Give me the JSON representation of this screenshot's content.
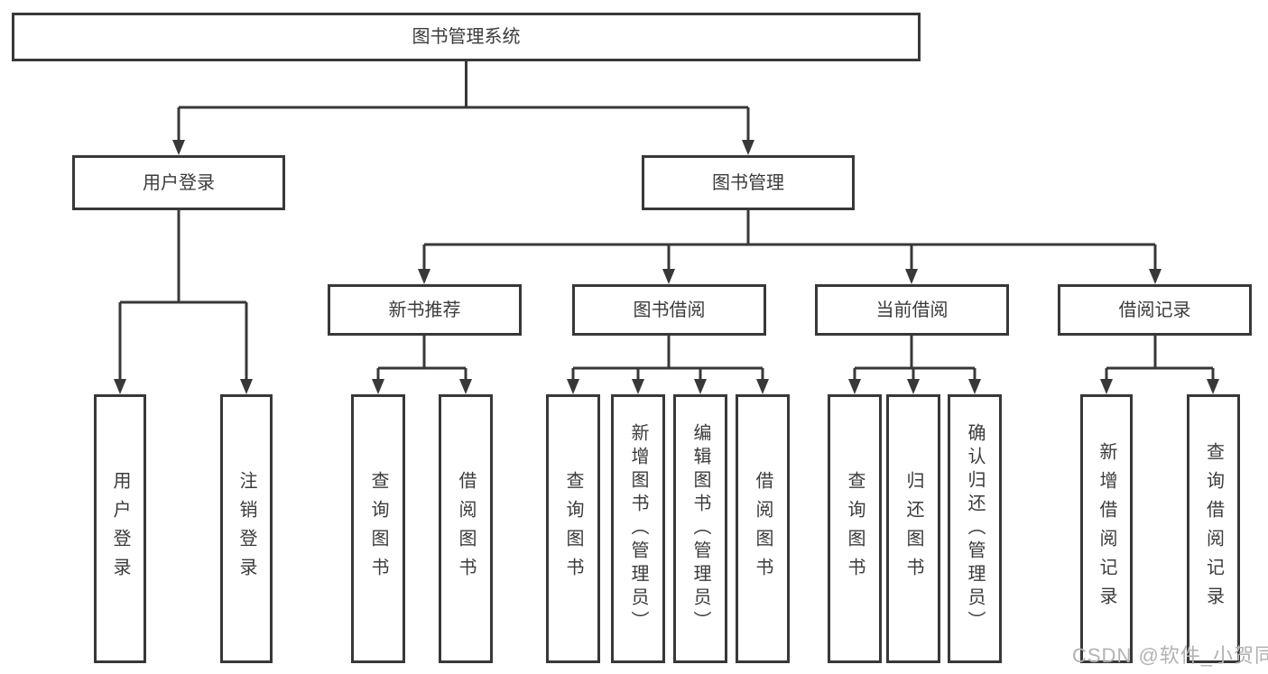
{
  "colors": {
    "line": "#383838",
    "text": "#3b3b3b",
    "background": "#ffffff",
    "watermark": "#b2b2b2"
  },
  "tree": {
    "root": "图书管理系统",
    "branches": [
      {
        "label": "用户登录",
        "leaves": [
          "用户登录",
          "注销登录"
        ]
      },
      {
        "label": "图书管理",
        "groups": [
          {
            "label": "新书推荐",
            "leaves": [
              "查询图书",
              "借阅图书"
            ]
          },
          {
            "label": "图书借阅",
            "leaves": [
              "查询图书",
              "新增图书（管理员）",
              "编辑图书（管理员）",
              "借阅图书"
            ]
          },
          {
            "label": "当前借阅",
            "leaves": [
              "查询图书",
              "归还图书",
              "确认归还（管理员）"
            ]
          },
          {
            "label": "借阅记录",
            "leaves": [
              "新增借阅记录",
              "查询借阅记录"
            ]
          }
        ]
      }
    ]
  },
  "watermark": {
    "text": "CSDN @软件_小贺同学"
  }
}
